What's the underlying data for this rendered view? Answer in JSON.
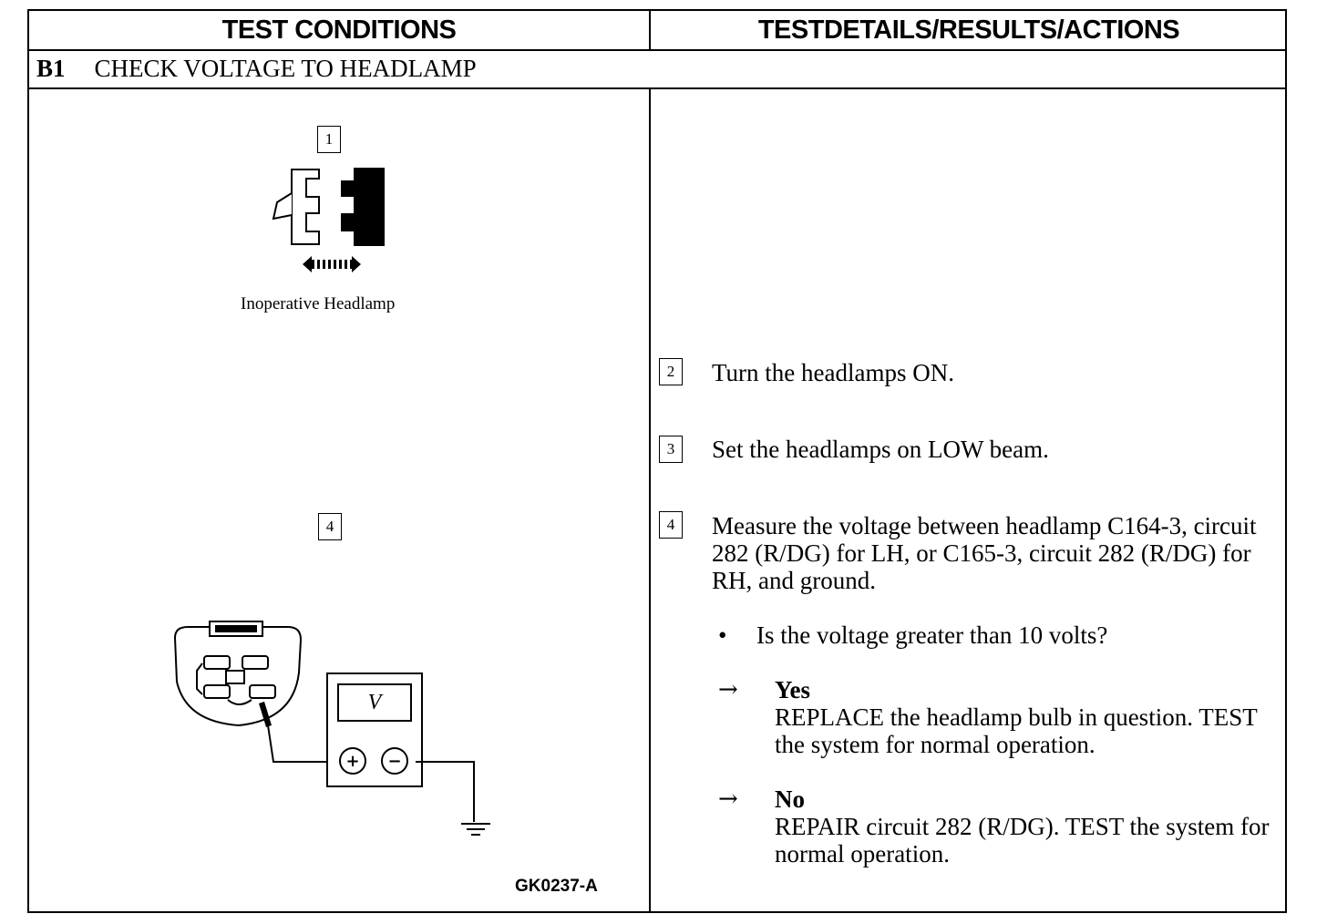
{
  "header": {
    "left": "TEST CONDITIONS",
    "right": "TESTDETAILS/RESULTS/ACTIONS"
  },
  "section": {
    "code": "B1",
    "title": "CHECK VOLTAGE TO HEADLAMP"
  },
  "left": {
    "step_1_box": "1",
    "connector_caption": "Inoperative Headlamp",
    "step_4_box": "4",
    "meter_label": "V",
    "meter_plus": "+",
    "meter_minus": "−",
    "figure_code": "GK0237-A"
  },
  "right": {
    "steps": [
      {
        "num": "2",
        "text": "Turn the headlamps ON."
      },
      {
        "num": "3",
        "text": "Set the headlamps on LOW beam."
      },
      {
        "num": "4",
        "text": "Measure the voltage between headlamp C164-3, circuit 282 (R/DG) for LH, or C165-3, circuit 282 (R/DG) for RH, and ground."
      }
    ],
    "bullet": "•",
    "question": "Is the voltage greater than 10 volts?",
    "arrow": "→",
    "results": [
      {
        "answer": "Yes",
        "action": "REPLACE the headlamp bulb in question. TEST the system for normal operation."
      },
      {
        "answer": "No",
        "action": "REPAIR circuit 282 (R/DG). TEST the system for normal operation."
      }
    ]
  }
}
